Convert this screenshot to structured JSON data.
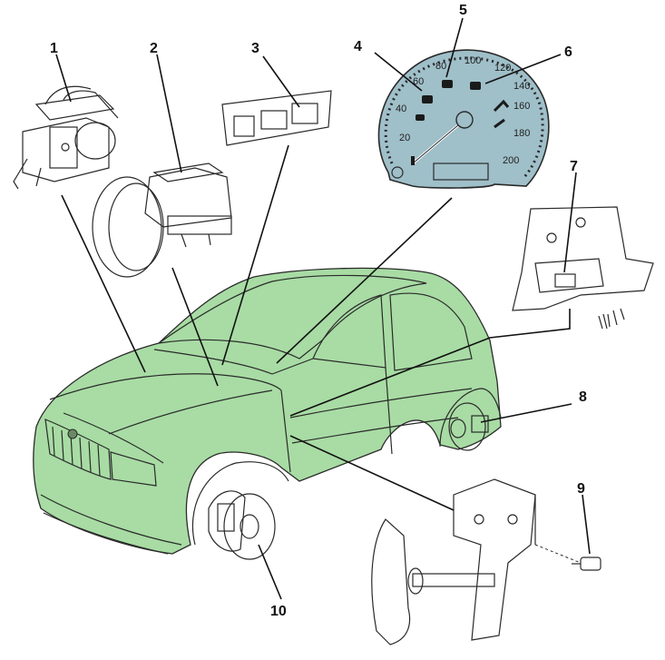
{
  "callouts": {
    "c1": "1",
    "c2": "2",
    "c3": "3",
    "c4": "4",
    "c5": "5",
    "c6": "6",
    "c7": "7",
    "c8": "8",
    "c9": "9",
    "c10": "10"
  },
  "speedometer": {
    "scale": [
      "20",
      "40",
      "60",
      "80",
      "100",
      "120",
      "140",
      "160",
      "180",
      "200"
    ]
  },
  "colors": {
    "car_body": "#a8dca4",
    "gauge_face": "#9fbfc9",
    "reservoir": "#d9a97a",
    "dash_panel": "#c8e2c0",
    "trim_panel": "#d9a270",
    "metal": "#d9d9d9"
  }
}
